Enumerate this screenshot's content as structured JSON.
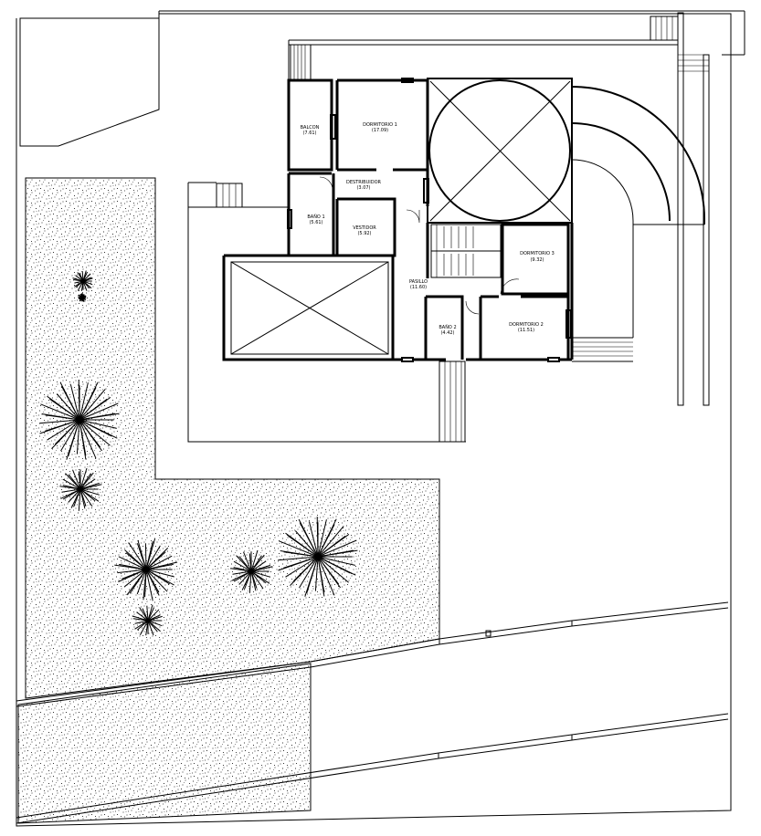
{
  "rooms": [
    {
      "name": "BALCON",
      "area": "(7.61)"
    },
    {
      "name": "DORMITORIO 1",
      "area": "(17.09)"
    },
    {
      "name": "DESTRIBUIDOR",
      "area": "(3.07)"
    },
    {
      "name": "BAÑO 1",
      "area": "(5.61)"
    },
    {
      "name": "VESTIDOR",
      "area": "(5.92)"
    },
    {
      "name": "DORMITORIO 3",
      "area": "(9.32)"
    },
    {
      "name": "PASILLO",
      "area": "(11.60)"
    },
    {
      "name": "BAÑO 2",
      "area": "(4.42)"
    },
    {
      "name": "DORMITORIO 2",
      "area": "(11.51)"
    }
  ],
  "colors": {
    "line": "#000000",
    "paper": "#ffffff",
    "gravel": "#000000"
  },
  "icons": [
    "shrub-icon",
    "stair-icon",
    "door-swing-icon",
    "void-cross-icon"
  ]
}
